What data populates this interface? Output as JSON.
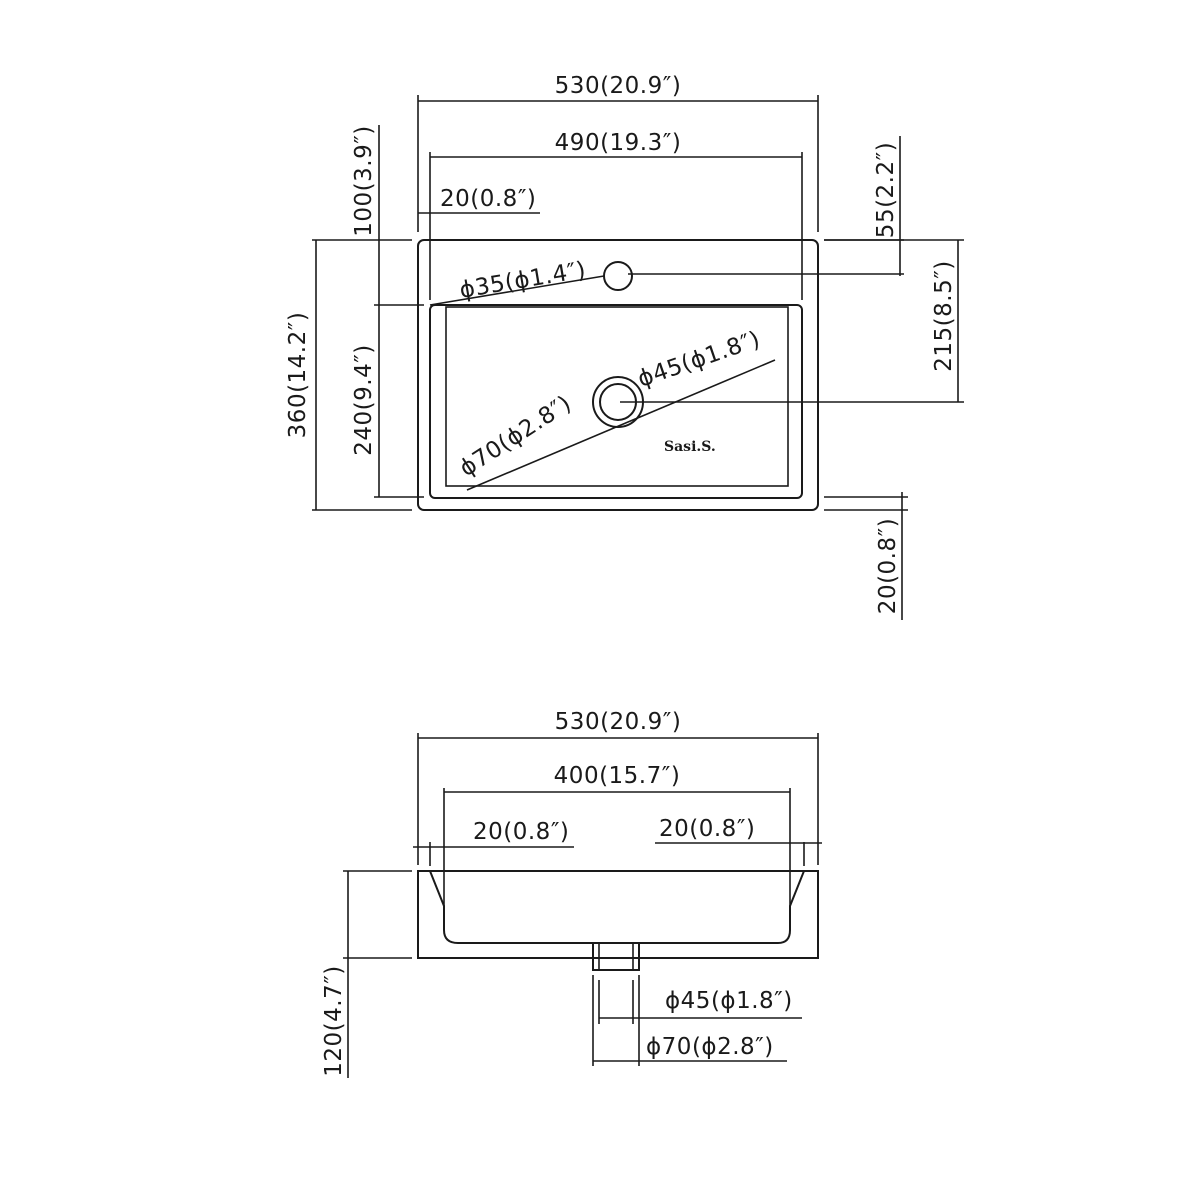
{
  "top_view": {
    "overall_width": "530(20.9″)",
    "inner_width": "490(19.3″)",
    "rim_width": "20(0.8″)",
    "overall_depth": "360(14.2″)",
    "basin_depth": "240(9.4″)",
    "rear_deck": "100(3.9″)",
    "faucet_offset": "55(2.2″)",
    "drain_offset": "215(8.5″)",
    "front_rim": "20(0.8″)",
    "faucet_hole": "ϕ35(ϕ1.4″)",
    "drain_inner": "ϕ45(ϕ1.8″)",
    "drain_outer": "ϕ70(ϕ2.8″)",
    "logo": "Sasi.S."
  },
  "side_view": {
    "overall_width": "530(20.9″)",
    "bowl_width": "400(15.7″)",
    "left_wall": "20(0.8″)",
    "right_wall": "20(0.8″)",
    "height": "120(4.7″)",
    "drain_inner": "ϕ45(ϕ1.8″)",
    "drain_outer": "ϕ70(ϕ2.8″)"
  }
}
